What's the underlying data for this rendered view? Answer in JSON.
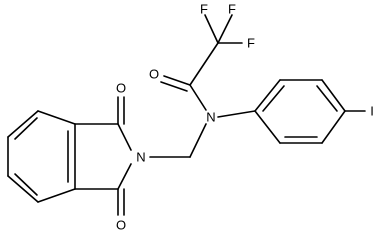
{
  "atoms": {
    "F1": "F",
    "F2": "F",
    "F3": "F",
    "O_carbonyl": "O",
    "N_amide": "N",
    "I": "I",
    "O_imide_top": "O",
    "N_imide": "N",
    "O_imide_bottom": "O"
  },
  "colors": {
    "line": "#000000",
    "background": "#ffffff"
  }
}
